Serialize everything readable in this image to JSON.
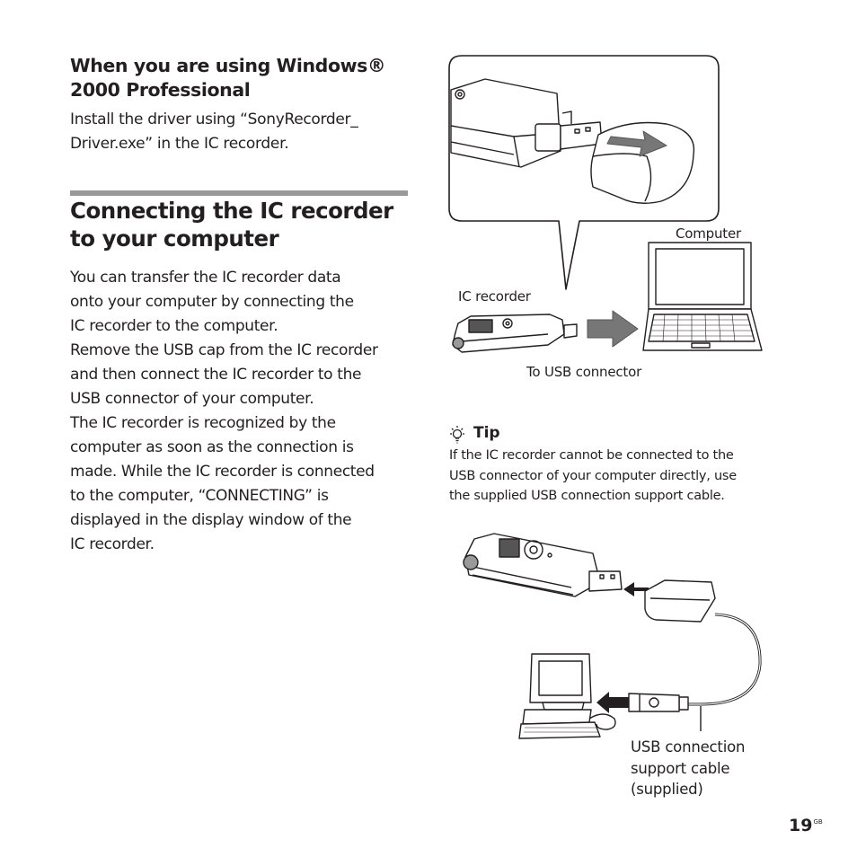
{
  "section_heading": {
    "line1": "When you are using Windows® ",
    "line2": "2000 Professional"
  },
  "driver_text": {
    "line1": "Install the driver using “SonyRecorder_",
    "line2": "Driver.exe” in the IC recorder."
  },
  "main_heading": {
    "line1": "Connecting the IC recorder",
    "line2": "to your computer"
  },
  "body_lines": [
    "You can transfer the IC recorder data",
    "onto your computer by connecting the",
    "IC recorder to the computer.",
    "Remove the USB cap from the IC recorder",
    "and then connect the IC recorder to the",
    "USB connector of your computer.",
    "The IC recorder is recognized by the",
    "computer as soon as the connection is",
    "made. While the IC recorder is connected",
    "to the computer, “CONNECTING” is",
    "displayed in the display window of the",
    "IC recorder."
  ],
  "diagram_labels": {
    "computer": "Computer",
    "ic_recorder": "IC recorder",
    "usb_connector": "To USB connector"
  },
  "tip": {
    "title": "Tip",
    "lines": [
      "If the IC recorder cannot be connected to the",
      "USB connector of your computer directly, use",
      "the supplied USB connection support cable."
    ]
  },
  "cable_label": {
    "lines": [
      "USB connection",
      "support cable",
      "(supplied)"
    ]
  },
  "page_number": {
    "number": "19",
    "suffix": "GB"
  },
  "icons": [
    "lightbulb-icon",
    "arrow-icon"
  ]
}
